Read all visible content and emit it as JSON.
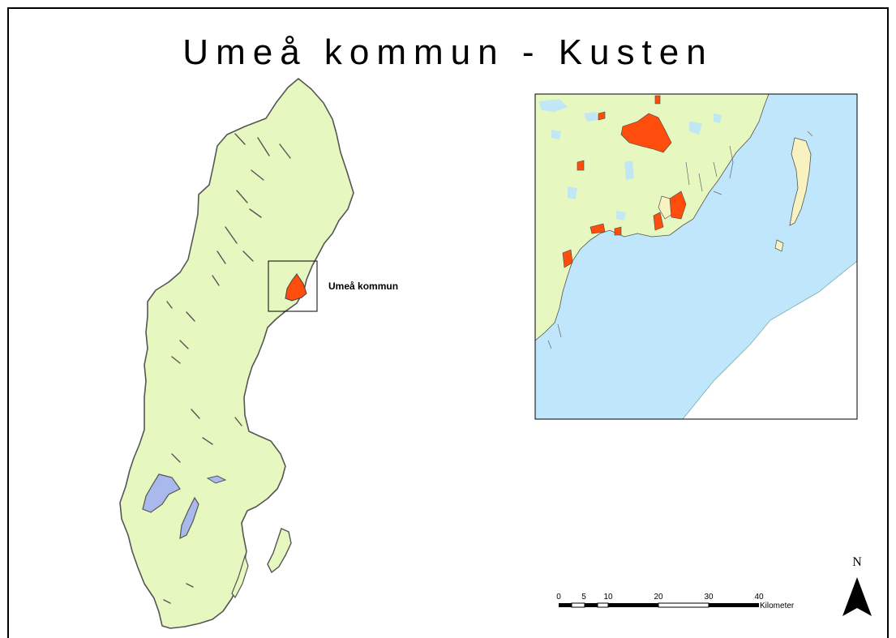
{
  "map": {
    "title": "Umeå kommun - Kusten",
    "inset_label": "Umeå kommun",
    "north_label": "N",
    "scale_bar": {
      "ticks": [
        "0",
        "5",
        "10",
        "20",
        "30",
        "40"
      ],
      "unit": "Kilometer"
    },
    "colors": {
      "land": "#e6f7bf",
      "municipality": "#ff4d0d",
      "water": "#bfe6fa",
      "lake": "#a9b9ec",
      "coast": "#555555",
      "island": "#f7f2c0"
    },
    "icons": [
      "north-arrow-icon"
    ]
  }
}
